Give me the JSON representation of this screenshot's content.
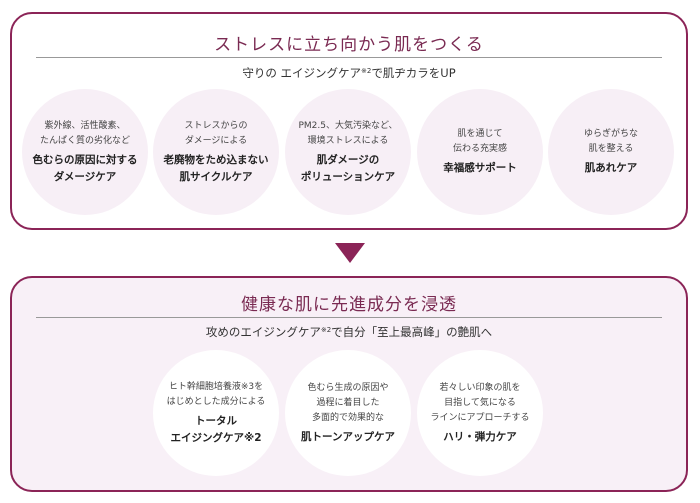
{
  "top": {
    "title": "ストレスに立ち向かう肌をつくる",
    "subtitle": "守りの エイジングケア",
    "subtitle_sup": "※2",
    "subtitle_end": "で肌ヂカラをUP",
    "circles": [
      {
        "small": [
          "紫外線、活性酸素、",
          "たんぱく質の劣化など"
        ],
        "bold": [
          "色むらの原因に対する",
          "ダメージケア"
        ]
      },
      {
        "small": [
          "ストレスからの",
          "ダメージによる"
        ],
        "bold": [
          "老廃物をため込まない",
          "肌サイクルケア"
        ]
      },
      {
        "small": [
          "PM2.5、大気汚染など、",
          "環境ストレスによる"
        ],
        "bold": [
          "肌ダメージの",
          "ポリューションケア"
        ]
      },
      {
        "small": [
          "肌を通じて",
          "伝わる充実感"
        ],
        "bold": [
          "幸福感サポート"
        ]
      },
      {
        "small": [
          "ゆらぎがちな",
          "肌を整える"
        ],
        "bold": [
          "肌あれケア"
        ]
      }
    ]
  },
  "bottom": {
    "title": "健康な肌に先進成分を浸透",
    "subtitle": "攻めのエイジングケア",
    "subtitle_sup": "※2",
    "subtitle_end": "で自分「至上最高峰」の艶肌へ",
    "circles": [
      {
        "small": [
          "ヒト幹細胞培養液※3を",
          "はじめとした成分による"
        ],
        "bold": [
          "トータル",
          "エイジングケア※2"
        ]
      },
      {
        "small": [
          "色むら生成の原因や",
          "過程に着目した",
          "多面的で効果的な"
        ],
        "bold": [
          "肌トーンアップケア"
        ]
      },
      {
        "small": [
          "若々しい印象の肌を",
          "目指して気になる",
          "ラインにアプローチする"
        ],
        "bold": [
          "ハリ・弾力ケア"
        ]
      }
    ]
  },
  "colors": {
    "accent": "#8b2457",
    "title": "#7a2a52",
    "circle_top": "#f7eff6",
    "bottom_bg": "#f8f0f7"
  },
  "icons": {
    "arrow": "down-triangle-icon"
  }
}
